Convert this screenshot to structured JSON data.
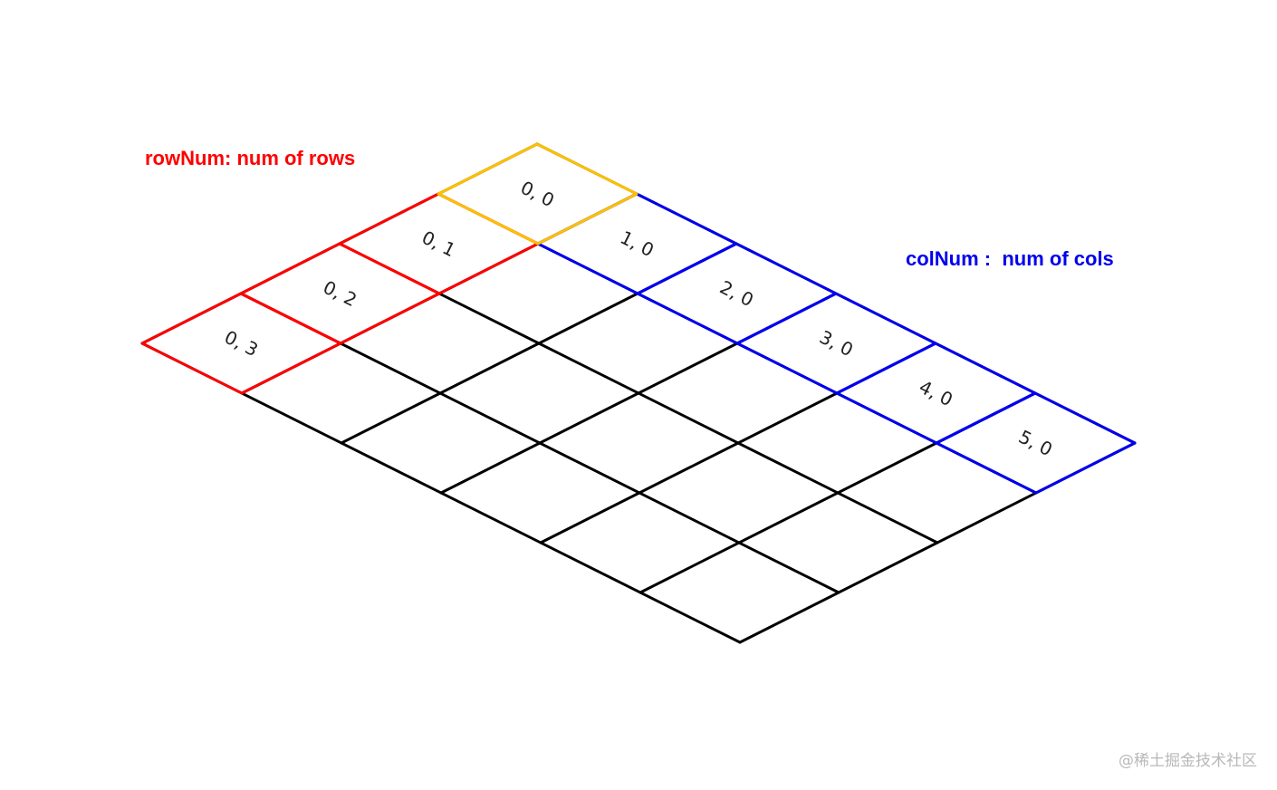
{
  "labels": {
    "row_num": "rowNum: num of rows",
    "col_num": "colNum :  num of cols"
  },
  "watermark": "@稀土掘金技术社区",
  "grid": {
    "cols": 6,
    "rows": 4,
    "colors": {
      "grid": "#000000",
      "origin": "#ffc000",
      "row_highlight": "#ff0000",
      "col_highlight": "#0000ee"
    },
    "cell_labels": [
      {
        "col": 0,
        "row": 0,
        "text": "0, 0"
      },
      {
        "col": 1,
        "row": 0,
        "text": "1, 0"
      },
      {
        "col": 2,
        "row": 0,
        "text": "2, 0"
      },
      {
        "col": 3,
        "row": 0,
        "text": "3, 0"
      },
      {
        "col": 4,
        "row": 0,
        "text": "4, 0"
      },
      {
        "col": 5,
        "row": 0,
        "text": "5, 0"
      },
      {
        "col": 0,
        "row": 1,
        "text": "0, 1"
      },
      {
        "col": 0,
        "row": 2,
        "text": "0, 2"
      },
      {
        "col": 0,
        "row": 3,
        "text": "0, 3"
      }
    ]
  }
}
